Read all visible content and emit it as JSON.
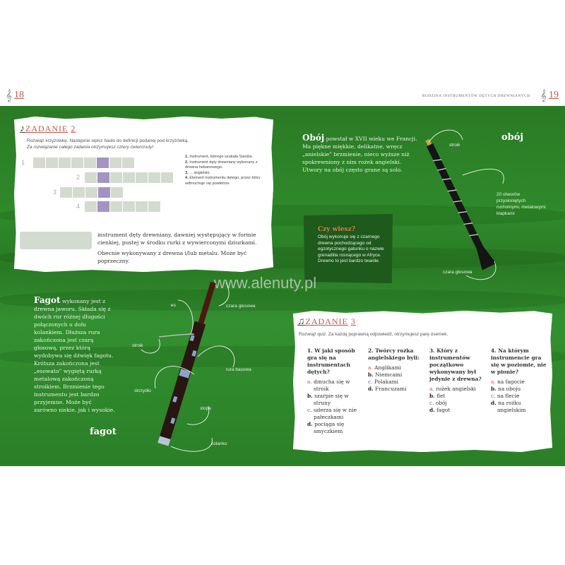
{
  "header": {
    "left_page": "18",
    "right_page": "19",
    "section_title": "RODZINA INSTRUMENTÓW DĘTYCH DREWNIANYCH"
  },
  "task2": {
    "title": "ZADANIE",
    "number": "2",
    "instructions": "Rozwiąż krzyżówkę. Następnie wpisz hasło do definicji podanej pod krzyżówką.",
    "instructions2": "Za rozwiązanie całego zadania otrzymujesz cztery ćwierćnuty!",
    "rows": [
      "1",
      "2",
      "3",
      "4"
    ],
    "clues": [
      {
        "n": "1.",
        "t": "Instrument, którego szukała Sandra."
      },
      {
        "n": "2.",
        "t": "Instrument dęty drewniany wykonany z drewna hebanowego."
      },
      {
        "n": "3.",
        "t": "... angielski."
      },
      {
        "n": "4.",
        "t": "Element instrumentu dętego, przez który wdmuchuje się powietrze."
      }
    ],
    "definition1": "instrument dęty drewniany, dawniej występujący w formie cienkiej, pustej w środku rurki z wywierconymi dziurkami.",
    "definition2": "Obecnie wykonywany z drewna i/lub metalu. Może być poprzeczny."
  },
  "oboe": {
    "name": "Obój",
    "text": "powstał w XVII wieku we Francji. Ma piękne miękkie, delikatne, wręcz „anielskie” brzmienie, nieco wyższe niż spokrewniony z nim rożek angielski. Utwory na obój często grane są solo.",
    "label": "obój",
    "parts": {
      "reed": "stroik",
      "holes": "20 otworów przysłoniętych ruchomymi, metalowymi klapkami",
      "bell": "czara głosowa"
    }
  },
  "did_you_know": {
    "title": "Czy wiesz?",
    "text": "Obój wykonuje się z czarnego drewna pochodzącego od egzotycznego gatunku o nazwie grenadilla rosnącego w Afryce. Drewno to jest bardzo twarde."
  },
  "watermark": "www.alenuty.pl",
  "bassoon": {
    "name": "Fagot",
    "text": "wykonany jest z drewna jaworu. Składa się z dwóch rur różnej długości połączonych u dołu kolankiem. Dłuższa rura zakończona jest czarą głosową, przez którą wydobywa się dźwięk fagotu. Krótsza zakończona jest „esowato” wygiętą rurką metalową zakończoną stroikiem. Brzmienie tego instrumentu jest bardzo przyjemne. Może być zarówno niskie, jak i wysokie.",
    "label": "fagot",
    "parts": {
      "es": "es",
      "bell": "czara głosowa",
      "reed": "stroik",
      "bass_tube": "rura basowa",
      "wing": "skrzydło",
      "foot": "stopa",
      "knee": "kolanko"
    }
  },
  "task3": {
    "title": "ZADANIE",
    "number": "3",
    "instructions": "Rozwiąż quiz. Za każdą poprawną odpowiedź, otrzymujesz parę ósemek.",
    "questions": [
      {
        "q": "1. W jaki sposób gra się na instrumentach dętych?",
        "options": [
          {
            "l": "a.",
            "t": "dmucha się w stroik"
          },
          {
            "l": "b.",
            "t": "szarpie się w struny"
          },
          {
            "l": "c.",
            "t": "uderza się w nie pałeczkami"
          },
          {
            "l": "d.",
            "t": "pociąga się smyczkiem"
          }
        ]
      },
      {
        "q": "2. Twórcy rożka angielskiego byli:",
        "options": [
          {
            "l": "a.",
            "t": "Anglikami"
          },
          {
            "l": "b.",
            "t": "Niemcami"
          },
          {
            "l": "c.",
            "t": "Polakami"
          },
          {
            "l": "d.",
            "t": "Francuzami"
          }
        ]
      },
      {
        "q": "3. Który z instrumentów początkowo wykonywany był jedynie z drewna?",
        "options": [
          {
            "l": "a.",
            "t": "rożek angielski"
          },
          {
            "l": "b.",
            "t": "flet"
          },
          {
            "l": "c.",
            "t": "obój"
          },
          {
            "l": "d.",
            "t": "fagot"
          }
        ]
      },
      {
        "q": "4. Na którym instrumencie gra się w poziomie, nie w pionie?",
        "options": [
          {
            "l": "a.",
            "t": "na fagocie"
          },
          {
            "l": "b.",
            "t": "na oboju"
          },
          {
            "l": "c.",
            "t": "na flecie"
          },
          {
            "l": "d.",
            "t": "na rożku angielskim"
          }
        ]
      }
    ]
  }
}
